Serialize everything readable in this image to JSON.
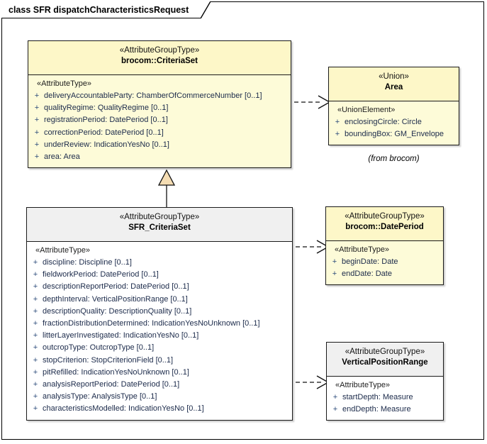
{
  "diagram": {
    "frame_label": "class SFR dispatchCharacteristicsRequest",
    "colors": {
      "class_fill_yellow": "#fdfbd8",
      "class_header_yellow": "#fdf7c8",
      "class_fill_plain": "#ffffff",
      "class_header_plain": "#f0f0f0",
      "border": "#1a1a1a",
      "attribute_text": "#1b2a4a",
      "generalization_fill": "#f5ddb3"
    }
  },
  "classes": {
    "criteriaset": {
      "stereotype": "«AttributeGroupType»",
      "name": "brocom::CriteriaSet",
      "group_stereotype": "«AttributeType»",
      "attributes": [
        {
          "visibility": "+",
          "signature": "deliveryAccountableParty: ChamberOfCommerceNumber [0..1]"
        },
        {
          "visibility": "+",
          "signature": "qualityRegime: QualityRegime [0..1]"
        },
        {
          "visibility": "+",
          "signature": "registrationPeriod: DatePeriod [0..1]"
        },
        {
          "visibility": "+",
          "signature": "correctionPeriod: DatePeriod [0..1]"
        },
        {
          "visibility": "+",
          "signature": "underReview: IndicationYesNo [0..1]"
        },
        {
          "visibility": "+",
          "signature": "area: Area"
        }
      ]
    },
    "area": {
      "stereotype": "«Union»",
      "name": "Area",
      "group_stereotype": "«UnionElement»",
      "from_package": "(from brocom)",
      "attributes": [
        {
          "visibility": "+",
          "signature": "enclosingCircle: Circle"
        },
        {
          "visibility": "+",
          "signature": "boundingBox: GM_Envelope"
        }
      ]
    },
    "sfr_criteriaset": {
      "stereotype": "«AttributeGroupType»",
      "name": "SFR_CriteriaSet",
      "group_stereotype": "«AttributeType»",
      "attributes": [
        {
          "visibility": "+",
          "signature": "discipline: Discipline [0..1]"
        },
        {
          "visibility": "+",
          "signature": "fieldworkPeriod: DatePeriod [0..1]"
        },
        {
          "visibility": "+",
          "signature": "descriptionReportPeriod: DatePeriod [0..1]"
        },
        {
          "visibility": "+",
          "signature": "depthInterval: VerticalPositionRange [0..1]"
        },
        {
          "visibility": "+",
          "signature": "descriptionQuality: DescriptionQuality [0..1]"
        },
        {
          "visibility": "+",
          "signature": "fractionDistributionDetermined: IndicationYesNoUnknown [0..1]"
        },
        {
          "visibility": "+",
          "signature": "litterLayerInvestigated: IndicationYesNo [0..1]"
        },
        {
          "visibility": "+",
          "signature": "outcropType: OutcropType [0..1]"
        },
        {
          "visibility": "+",
          "signature": "stopCriterion: StopCriterionField [0..1]"
        },
        {
          "visibility": "+",
          "signature": "pitRefilled: IndicationYesNoUnknown [0..1]"
        },
        {
          "visibility": "+",
          "signature": "analysisReportPeriod: DatePeriod [0..1]"
        },
        {
          "visibility": "+",
          "signature": "analysisType: AnalysisType [0..1]"
        },
        {
          "visibility": "+",
          "signature": "characteristicsModelled: IndicationYesNo [0..1]"
        }
      ]
    },
    "dateperiod": {
      "stereotype": "«AttributeGroupType»",
      "name": "brocom::DatePeriod",
      "group_stereotype": "«AttributeType»",
      "attributes": [
        {
          "visibility": "+",
          "signature": "beginDate: Date"
        },
        {
          "visibility": "+",
          "signature": "endDate: Date"
        }
      ]
    },
    "verticalpositionrange": {
      "stereotype": "«AttributeGroupType»",
      "name": "VerticalPositionRange",
      "group_stereotype": "«AttributeType»",
      "attributes": [
        {
          "visibility": "+",
          "signature": "startDepth: Measure"
        },
        {
          "visibility": "+",
          "signature": "endDepth: Measure"
        }
      ]
    }
  },
  "connectors": [
    {
      "kind": "generalization",
      "from": "SFR_CriteriaSet",
      "to": "brocom::CriteriaSet"
    },
    {
      "kind": "dependency",
      "from": "brocom::CriteriaSet",
      "to": "Area"
    },
    {
      "kind": "dependency",
      "from": "SFR_CriteriaSet",
      "to": "brocom::DatePeriod"
    },
    {
      "kind": "dependency",
      "from": "SFR_CriteriaSet",
      "to": "VerticalPositionRange"
    }
  ]
}
